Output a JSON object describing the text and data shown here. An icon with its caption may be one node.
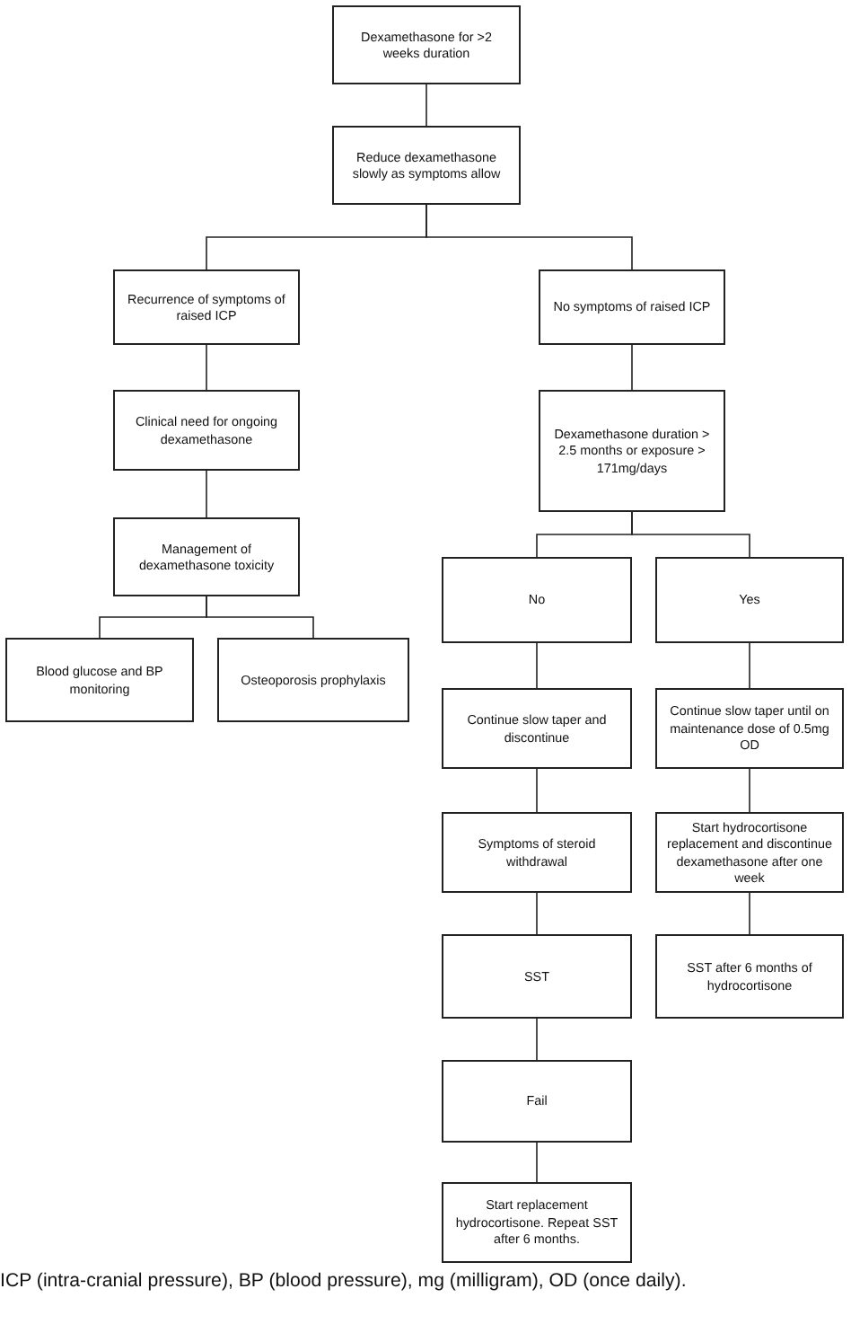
{
  "diagram": {
    "nodes": [
      {
        "text": [
          "Dexamethasone for >2 weeks duration"
        ]
      },
      {
        "text": [
          "Reduce dexamethasone slowly as symptoms allow"
        ]
      },
      {
        "text": [
          "Recurrence of symptoms of raised ICP"
        ]
      },
      {
        "text": [
          "No symptoms of raised ICP"
        ]
      },
      {
        "text": [
          "Clinical need for ongoing dexamethasone"
        ]
      },
      {
        "text": [
          "Dexamethasone duration > 2.5 months or exposure > 171mg/days"
        ]
      },
      {
        "text": [
          "Management of dexamethasone toxicity"
        ]
      },
      {
        "text": [
          "No"
        ]
      },
      {
        "text": [
          "Yes"
        ]
      },
      {
        "text": [
          "Blood glucose and BP monitoring"
        ]
      },
      {
        "text": [
          "Osteoporosis prophylaxis"
        ]
      },
      {
        "text": [
          "Continue slow taper and discontinue"
        ]
      },
      {
        "text": [
          "Continue slow taper until on maintenance dose of 0.5mg OD"
        ]
      },
      {
        "text": [
          "Symptoms of steroid withdrawal"
        ]
      },
      {
        "text": [
          "Start hydrocortisone replacement and discontinue dexamethasone after one week"
        ]
      },
      {
        "text": [
          "SST"
        ]
      },
      {
        "text": [
          "SST after 6 months of hydrocortisone"
        ]
      },
      {
        "text": [
          "Fail"
        ]
      },
      {
        "text": [
          "Start replacement hydrocortisone. Repeat SST after 6 months."
        ]
      }
    ],
    "edges": [
      {
        "from": 0,
        "to": 1,
        "arrow": "none"
      },
      {
        "from": 1,
        "to": 2,
        "arrow": "none"
      },
      {
        "from": 1,
        "to": 3,
        "arrow": "none"
      },
      {
        "from": 2,
        "to": 4,
        "arrow": "none"
      },
      {
        "from": 4,
        "to": 6,
        "arrow": "none"
      },
      {
        "from": 6,
        "to": 9,
        "arrow": "none"
      },
      {
        "from": 6,
        "to": 10,
        "arrow": "none"
      },
      {
        "from": 3,
        "to": 5,
        "arrow": "none"
      },
      {
        "from": 5,
        "to": 7,
        "arrow": "none"
      },
      {
        "from": 5,
        "to": 8,
        "arrow": "none"
      },
      {
        "from": 7,
        "to": 11,
        "arrow": "none"
      },
      {
        "from": 8,
        "to": 12,
        "arrow": "none"
      },
      {
        "from": 11,
        "to": 13,
        "arrow": "none"
      },
      {
        "from": 12,
        "to": 14,
        "arrow": "none"
      },
      {
        "from": 13,
        "to": 15,
        "arrow": "none"
      },
      {
        "from": 14,
        "to": 16,
        "arrow": "none"
      },
      {
        "from": 15,
        "to": 17,
        "arrow": "none"
      },
      {
        "from": 17,
        "to": 18,
        "arrow": "none"
      }
    ],
    "caption": "ICP (intra-cranial pressure), BP (blood pressure), mg (milligram), OD (once daily)."
  }
}
